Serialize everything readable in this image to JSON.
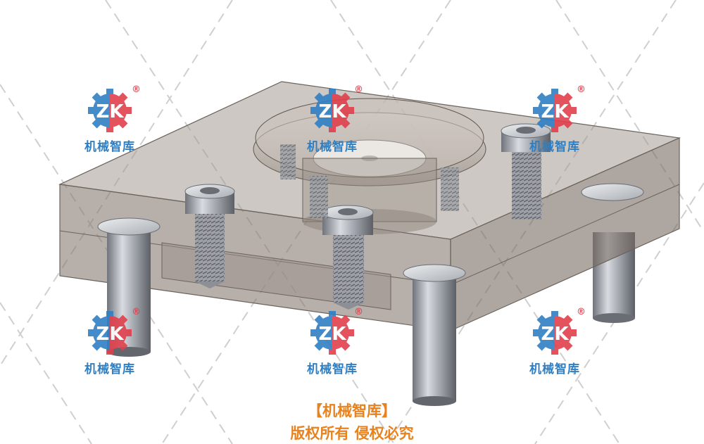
{
  "watermark": {
    "text": "机械智库",
    "registered_mark": "®",
    "logo_letter": "ZK",
    "colors": {
      "gear_blue": "#2f7fc4",
      "gear_red": "#e0404c"
    }
  },
  "footer": {
    "line1": "【机械智库】",
    "line2": "版权所有 侵权必究",
    "color": "#e8821e"
  },
  "scene": {
    "subject": "transparent-mold-plate-assembly",
    "colors": {
      "plate": "#8c8178",
      "metal": "#b9bcc2",
      "edge": "#5f5750"
    }
  }
}
